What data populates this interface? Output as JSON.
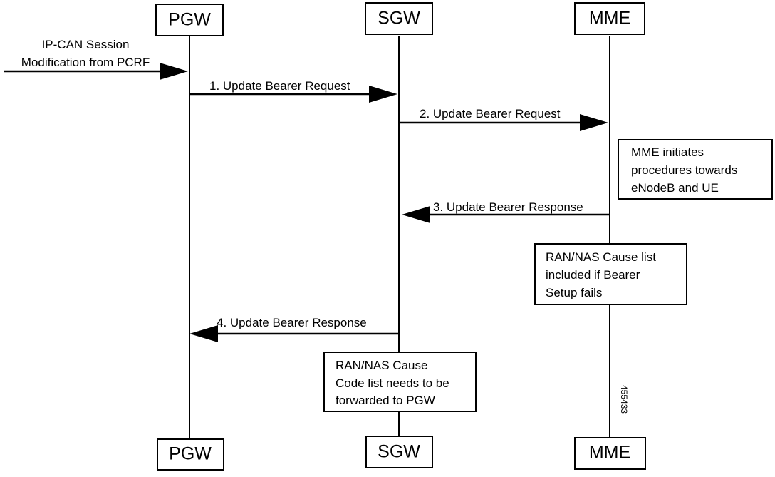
{
  "entities": {
    "pgw": "PGW",
    "sgw": "SGW",
    "mme": "MME"
  },
  "incoming_trigger": {
    "line1": "IP-CAN Session",
    "line2": "Modification from PCRF"
  },
  "messages": [
    {
      "label": "1. Update Bearer Request",
      "from": "PGW",
      "to": "SGW"
    },
    {
      "label": "2. Update Bearer Request",
      "from": "SGW",
      "to": "MME"
    },
    {
      "label": "3. Update Bearer Response",
      "from": "MME",
      "to": "SGW"
    },
    {
      "label": "4. Update Bearer Response",
      "from": "SGW",
      "to": "PGW"
    }
  ],
  "notes": {
    "mme_initiates": [
      "MME initiates",
      "procedures towards",
      "eNodeB and UE"
    ],
    "cause_list_included": [
      "RAN/NAS Cause list",
      "included if Bearer",
      "Setup fails"
    ],
    "cause_code_forward": [
      "RAN/NAS Cause",
      "Code list needs to be",
      "forwarded to PGW"
    ]
  },
  "figure_id": "455433"
}
